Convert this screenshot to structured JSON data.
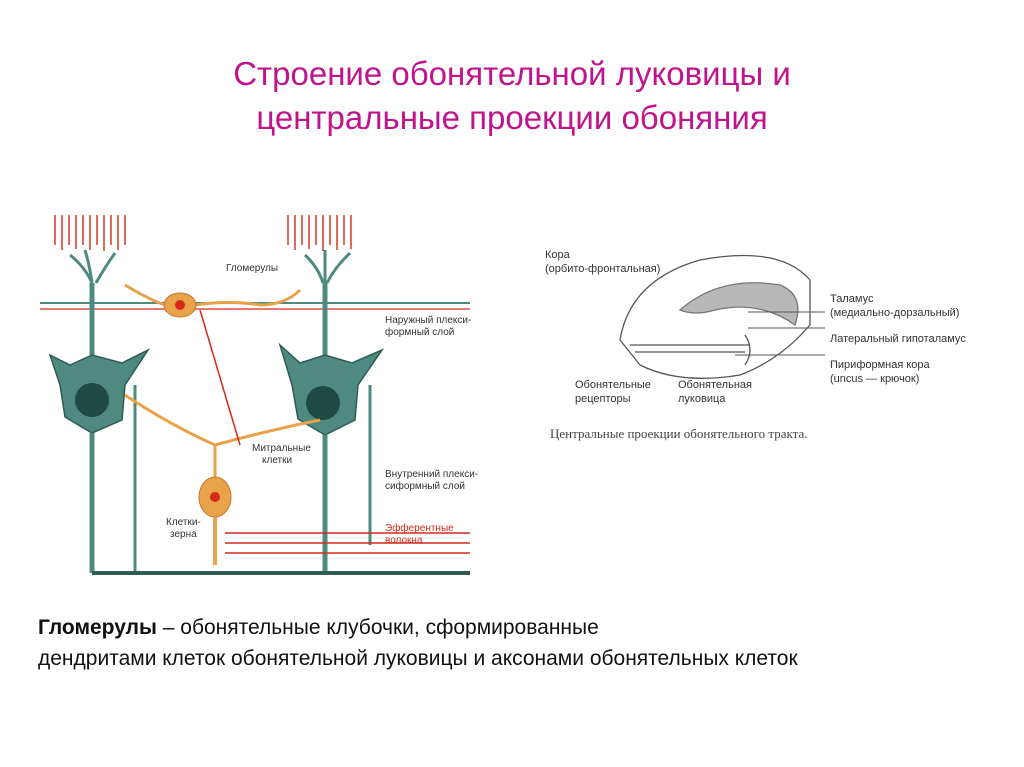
{
  "slide": {
    "title_line1": "Строение обонятельной луковицы и",
    "title_line2": "центральные проекции обоняния"
  },
  "bulb_diagram": {
    "labels": {
      "glomeruli": "Гломерулы",
      "outer_plex_1": "Наружный плекси-",
      "outer_plex_2": "формный слой",
      "mitral_1": "Митральные",
      "mitral_2": "клетки",
      "inner_plex_1": "Внутренний плекси-",
      "inner_plex_2": "сиформный слой",
      "granule_1": "Клетки-",
      "granule_2": "зерна",
      "efferent_1": "Эфферентные",
      "efferent_2": "волокна"
    },
    "colors": {
      "neuron": "#4f8a80",
      "nucleus": "#1f4a44",
      "red": "#d42a1a",
      "orange": "#e8a24a"
    }
  },
  "brain_diagram": {
    "labels": {
      "cortex_1": "Кора",
      "cortex_2": "(орбито-фронтальная)",
      "thalamus_1": "Таламус",
      "thalamus_2": "(медиально-дорзальный)",
      "lateral_hypothalamus": "Латеральный гипоталамус",
      "piriform_1": "Пириформная кора",
      "piriform_2": "(uncus — крючок)",
      "receptors_1": "Обонятельные",
      "receptors_2": "рецепторы",
      "bulb_1": "Обонятельная",
      "bulb_2": "луковица"
    },
    "caption": "Центральные проекции обонятельного тракта."
  },
  "footer": {
    "term": "Гломерулы",
    "definition_line1": " – обонятельные клубочки, сформированные",
    "definition_line2": "дендритами клеток обонятельной луковицы и аксонами обонятельных клеток"
  }
}
